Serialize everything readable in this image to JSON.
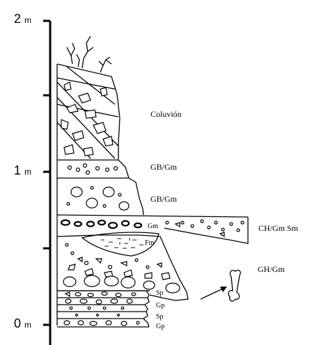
{
  "scale": {
    "ticks": [
      {
        "num": "2",
        "unit": "m"
      },
      {
        "num": "1",
        "unit": "m"
      },
      {
        "num": "0",
        "unit": "m"
      }
    ]
  },
  "units": {
    "coluvion": "Coluvión",
    "gb_gm_upper": "GB/Gm",
    "gb_gm_lower": "GB/Gm",
    "ch_gm_sm": "CH/Gm Sm",
    "gm": "Gm",
    "fm": "Fm",
    "gh_gm": "GH/Gm",
    "sp1": "Sp",
    "gp1": "Gp",
    "sp2": "Sp",
    "gp2": "Gp"
  }
}
